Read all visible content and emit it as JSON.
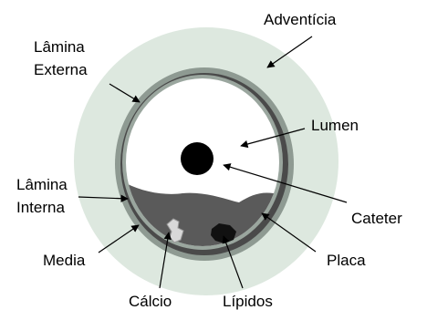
{
  "labels": {
    "adventicia": "Adventícia",
    "lamina_externa_1": "Lâmina",
    "lamina_externa_2": "Externa",
    "lumen": "Lumen",
    "lamina_interna_1": "Lâmina",
    "lamina_interna_2": "Interna",
    "cateter": "Cateter",
    "media": "Media",
    "placa": "Placa",
    "calcio": "Cálcio",
    "lipidos": "Lípidos"
  },
  "colors": {
    "adventitia": "#dde8df",
    "outer_lamina": "#8e9a92",
    "media": "#4a4a4a",
    "inner_lamina": "#9aa69e",
    "lumen": "#ffffff",
    "plaque": "#5a5a5a",
    "calcium": "#d8d8d8",
    "lipids": "#111111",
    "catheter": "#000000",
    "arrow": "#000000"
  }
}
